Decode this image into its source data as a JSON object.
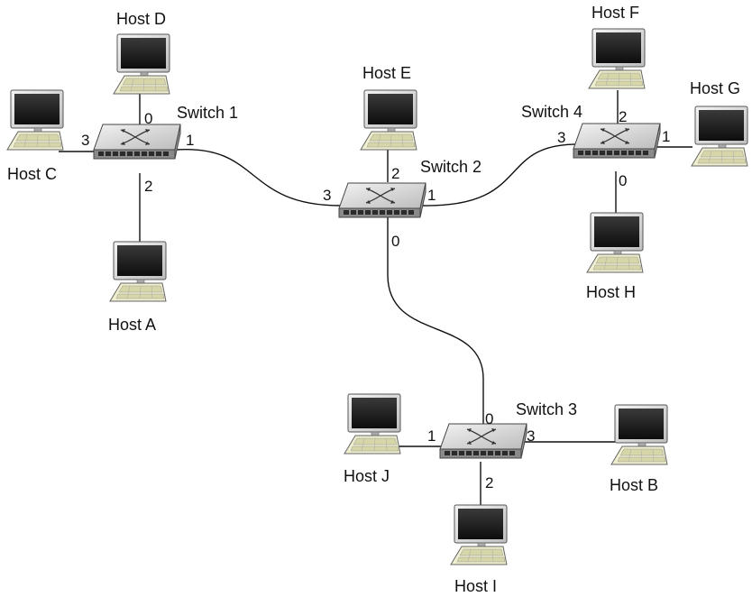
{
  "colors": {
    "background": "#ffffff",
    "wire": "#111111",
    "switch_body": "#d9d9d9",
    "switch_dark": "#8c8c8c",
    "screen": "#1a1a1a",
    "keyboard": "#e8e8c0"
  },
  "switches": [
    {
      "id": "switch-1",
      "label": "Switch 1",
      "icon": "network-switch-icon"
    },
    {
      "id": "switch-2",
      "label": "Switch 2",
      "icon": "network-switch-icon"
    },
    {
      "id": "switch-3",
      "label": "Switch 3",
      "icon": "network-switch-icon"
    },
    {
      "id": "switch-4",
      "label": "Switch 4",
      "icon": "network-switch-icon"
    }
  ],
  "hosts": [
    {
      "id": "host-a",
      "label": "Host A",
      "icon": "computer-icon"
    },
    {
      "id": "host-b",
      "label": "Host B",
      "icon": "computer-icon"
    },
    {
      "id": "host-c",
      "label": "Host C",
      "icon": "computer-icon"
    },
    {
      "id": "host-d",
      "label": "Host D",
      "icon": "computer-icon"
    },
    {
      "id": "host-e",
      "label": "Host E",
      "icon": "computer-icon"
    },
    {
      "id": "host-f",
      "label": "Host F",
      "icon": "computer-icon"
    },
    {
      "id": "host-g",
      "label": "Host G",
      "icon": "computer-icon"
    },
    {
      "id": "host-h",
      "label": "Host H",
      "icon": "computer-icon"
    },
    {
      "id": "host-i",
      "label": "Host I",
      "icon": "computer-icon"
    },
    {
      "id": "host-j",
      "label": "Host J",
      "icon": "computer-icon"
    }
  ],
  "links": [
    {
      "from": "switch-1",
      "from_port": "0",
      "to": "host-d"
    },
    {
      "from": "switch-1",
      "from_port": "1",
      "to": "switch-2",
      "to_port": "3"
    },
    {
      "from": "switch-1",
      "from_port": "2",
      "to": "host-a"
    },
    {
      "from": "switch-1",
      "from_port": "3",
      "to": "host-c"
    },
    {
      "from": "switch-2",
      "from_port": "0",
      "to": "switch-3",
      "to_port": "0"
    },
    {
      "from": "switch-2",
      "from_port": "1",
      "to": "switch-4",
      "to_port": "3"
    },
    {
      "from": "switch-2",
      "from_port": "2",
      "to": "host-e"
    },
    {
      "from": "switch-3",
      "from_port": "1",
      "to": "host-j"
    },
    {
      "from": "switch-3",
      "from_port": "2",
      "to": "host-i"
    },
    {
      "from": "switch-3",
      "from_port": "3",
      "to": "host-b"
    },
    {
      "from": "switch-4",
      "from_port": "0",
      "to": "host-h"
    },
    {
      "from": "switch-4",
      "from_port": "1",
      "to": "host-g"
    },
    {
      "from": "switch-4",
      "from_port": "2",
      "to": "host-f"
    }
  ],
  "ports": {
    "s1": [
      "0",
      "1",
      "2",
      "3"
    ],
    "s2": [
      "0",
      "1",
      "2",
      "3"
    ],
    "s3": [
      "0",
      "1",
      "2",
      "3"
    ],
    "s4": [
      "0",
      "1",
      "2",
      "3"
    ]
  }
}
